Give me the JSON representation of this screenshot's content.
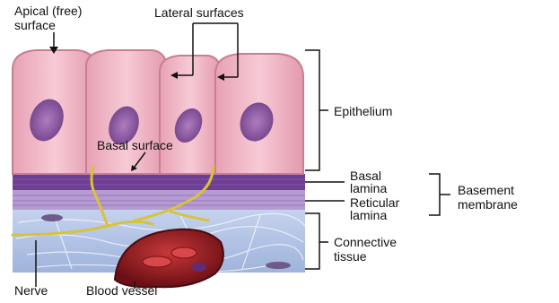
{
  "labels": {
    "apical_line1": "Apical (free)",
    "apical_line2": "surface",
    "lateral_surfaces": "Lateral surfaces",
    "basal_surface": "Basal surface",
    "epithelium": "Epithelium",
    "basal_lamina_line1": "Basal",
    "basal_lamina_line2": "lamina",
    "reticular_lamina_line1": "Reticular",
    "reticular_lamina_line2": "lamina",
    "basement_membrane_line1": "Basement",
    "basement_membrane_line2": "membrane",
    "connective_tissue_line1": "Connective",
    "connective_tissue_line2": "tissue",
    "nerve": "Nerve",
    "blood_vessel": "Blood vessel"
  },
  "colors": {
    "cell_fill": "#f2b8c6",
    "cell_edge": "#c77f92",
    "nucleus": "#8a5a9c",
    "basal_lamina": "#6c3d8f",
    "reticular_lamina": "#b49ad0",
    "connective_tissue": "#b8c8e6",
    "nerve": "#d8c23a",
    "blood_vessel": "#8e1a1a"
  }
}
